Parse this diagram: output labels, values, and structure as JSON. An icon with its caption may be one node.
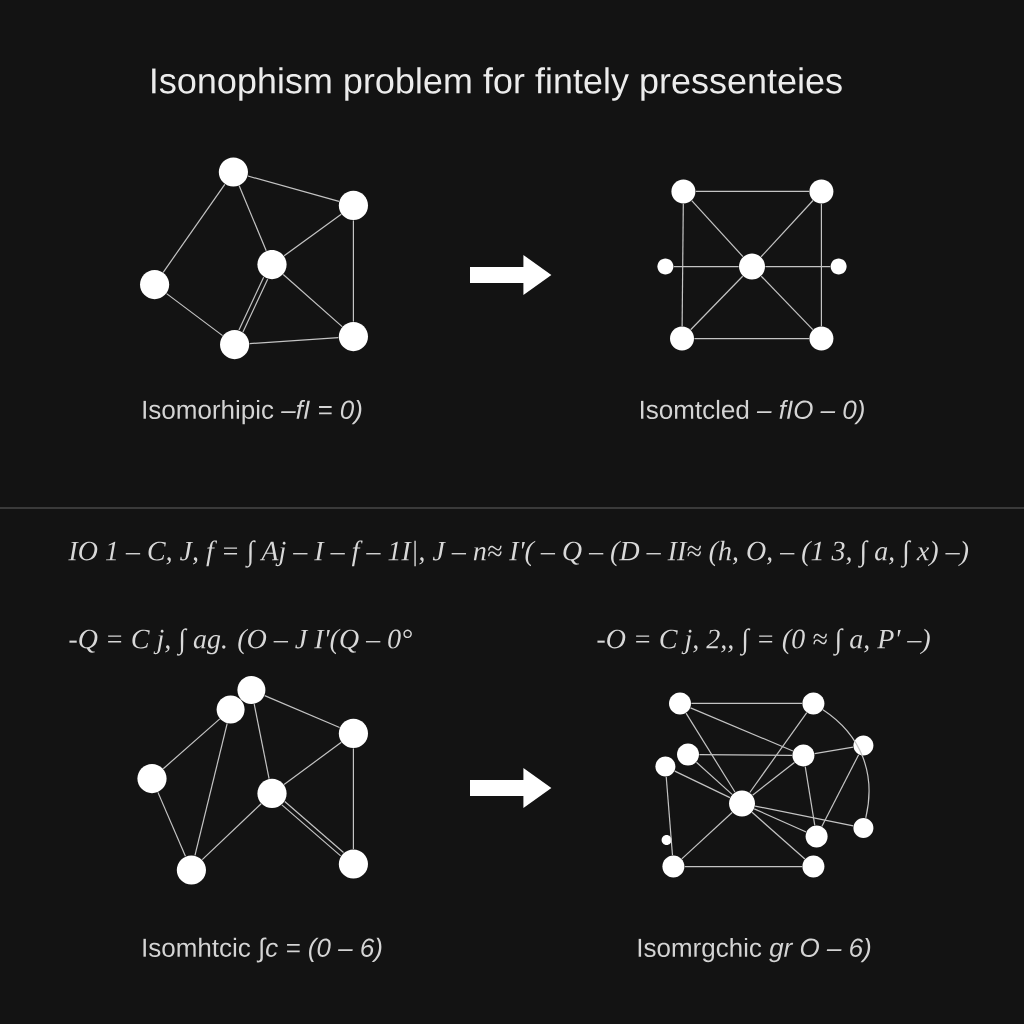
{
  "diagram": {
    "title": "Isonophism problem for fintely pressenteies",
    "nodes": [
      {
        "text": [],
        "shape": "circle"
      },
      {
        "text": [],
        "shape": "circle"
      },
      {
        "text": [],
        "shape": "circle"
      },
      {
        "text": [],
        "shape": "circle"
      },
      {
        "text": [],
        "shape": "circle"
      },
      {
        "text": [],
        "shape": "circle"
      },
      {
        "text": [],
        "shape": "circle"
      },
      {
        "text": [],
        "shape": "circle"
      },
      {
        "text": [],
        "shape": "circle"
      },
      {
        "text": [],
        "shape": "circle"
      },
      {
        "text": [],
        "shape": "circle"
      },
      {
        "text": [],
        "shape": "circle"
      },
      {
        "text": [],
        "shape": "circle"
      },
      {
        "text": [],
        "shape": "circle"
      },
      {
        "text": [],
        "shape": "circle"
      },
      {
        "text": [],
        "shape": "circle"
      },
      {
        "text": [],
        "shape": "circle"
      },
      {
        "text": [],
        "shape": "circle"
      },
      {
        "text": [],
        "shape": "circle"
      },
      {
        "text": [],
        "shape": "circle"
      },
      {
        "text": [],
        "shape": "circle"
      },
      {
        "text": [],
        "shape": "circle"
      },
      {
        "text": [],
        "shape": "circle"
      },
      {
        "text": [],
        "shape": "circle"
      },
      {
        "text": [],
        "shape": "circle"
      },
      {
        "text": [],
        "shape": "circle"
      },
      {
        "text": [],
        "shape": "circle"
      },
      {
        "text": [],
        "shape": "circle"
      },
      {
        "text": [],
        "shape": "circle"
      },
      {
        "text": [],
        "shape": "circle"
      },
      {
        "text": [],
        "shape": "circle"
      },
      {
        "text": [],
        "shape": "circle"
      }
    ],
    "edges": [
      {
        "from": 0,
        "to": 1,
        "arrow": "none"
      },
      {
        "from": 0,
        "to": 2,
        "arrow": "none"
      },
      {
        "from": 0,
        "to": 3,
        "arrow": "none"
      },
      {
        "from": 1,
        "to": 3,
        "arrow": "none"
      },
      {
        "from": 1,
        "to": 5,
        "arrow": "none"
      },
      {
        "from": 2,
        "to": 4,
        "arrow": "none"
      },
      {
        "from": 3,
        "to": 4,
        "arrow": "none"
      },
      {
        "from": 3,
        "to": 4,
        "arrow": "none"
      },
      {
        "from": 3,
        "to": 5,
        "arrow": "none"
      },
      {
        "from": 4,
        "to": 5,
        "arrow": "none"
      },
      {
        "from": 6,
        "to": 7,
        "arrow": "none"
      },
      {
        "from": 6,
        "to": 9,
        "arrow": "none"
      },
      {
        "from": 6,
        "to": 11,
        "arrow": "none"
      },
      {
        "from": 7,
        "to": 9,
        "arrow": "none"
      },
      {
        "from": 7,
        "to": 12,
        "arrow": "none"
      },
      {
        "from": 8,
        "to": 9,
        "arrow": "none"
      },
      {
        "from": 9,
        "to": 10,
        "arrow": "none"
      },
      {
        "from": 9,
        "to": 11,
        "arrow": "none"
      },
      {
        "from": 9,
        "to": 12,
        "arrow": "none"
      },
      {
        "from": 11,
        "to": 12,
        "arrow": "none"
      },
      {
        "from": 13,
        "to": 15,
        "arrow": "none"
      },
      {
        "from": 13,
        "to": 17,
        "arrow": "none"
      },
      {
        "from": 14,
        "to": 16,
        "arrow": "none"
      },
      {
        "from": 14,
        "to": 18,
        "arrow": "none"
      },
      {
        "from": 15,
        "to": 17,
        "arrow": "none"
      },
      {
        "from": 15,
        "to": 19,
        "arrow": "none"
      },
      {
        "from": 16,
        "to": 18,
        "arrow": "none"
      },
      {
        "from": 17,
        "to": 18,
        "arrow": "none"
      },
      {
        "from": 17,
        "to": 19,
        "arrow": "none"
      },
      {
        "from": 17,
        "to": 19,
        "arrow": "none"
      },
      {
        "from": 20,
        "to": 21,
        "arrow": "none"
      },
      {
        "from": 20,
        "to": 24,
        "arrow": "none"
      },
      {
        "from": 20,
        "to": 26,
        "arrow": "none"
      },
      {
        "from": 21,
        "to": 26,
        "arrow": "none"
      },
      {
        "from": 21,
        "to": 29,
        "arrow": "none"
      },
      {
        "from": 22,
        "to": 26,
        "arrow": "none"
      },
      {
        "from": 22,
        "to": 30,
        "arrow": "none"
      },
      {
        "from": 23,
        "to": 24,
        "arrow": "none"
      },
      {
        "from": 23,
        "to": 26,
        "arrow": "none"
      },
      {
        "from": 24,
        "to": 25,
        "arrow": "none"
      },
      {
        "from": 24,
        "to": 26,
        "arrow": "none"
      },
      {
        "from": 24,
        "to": 28,
        "arrow": "none"
      },
      {
        "from": 25,
        "to": 28,
        "arrow": "none"
      },
      {
        "from": 26,
        "to": 28,
        "arrow": "none"
      },
      {
        "from": 26,
        "to": 29,
        "arrow": "none"
      },
      {
        "from": 26,
        "to": 30,
        "arrow": "none"
      },
      {
        "from": 26,
        "to": 31,
        "arrow": "none"
      },
      {
        "from": 30,
        "to": 31,
        "arrow": "none"
      }
    ],
    "labels": [
      "Isomorhipic *–fI = 0)*",
      "Isomtcled *– fIO – 0)*",
      "IO 1 – C, J, f = ∫ Aj – I – f – 1I|, J – n≈ I'( – Q – (D – II≈ (h, O, – (1 3, ∫ a, ∫ x) –)",
      "-Q = C j, ∫ ag. (O – J I'(Q – 0°",
      "-O = C j, 2,, ∫ = (0 ≈ ∫ a, P' –)",
      "Isomhtcic *∫c = (0 – 6)*",
      "Isomrgchic *gr O – 6)*"
    ]
  }
}
